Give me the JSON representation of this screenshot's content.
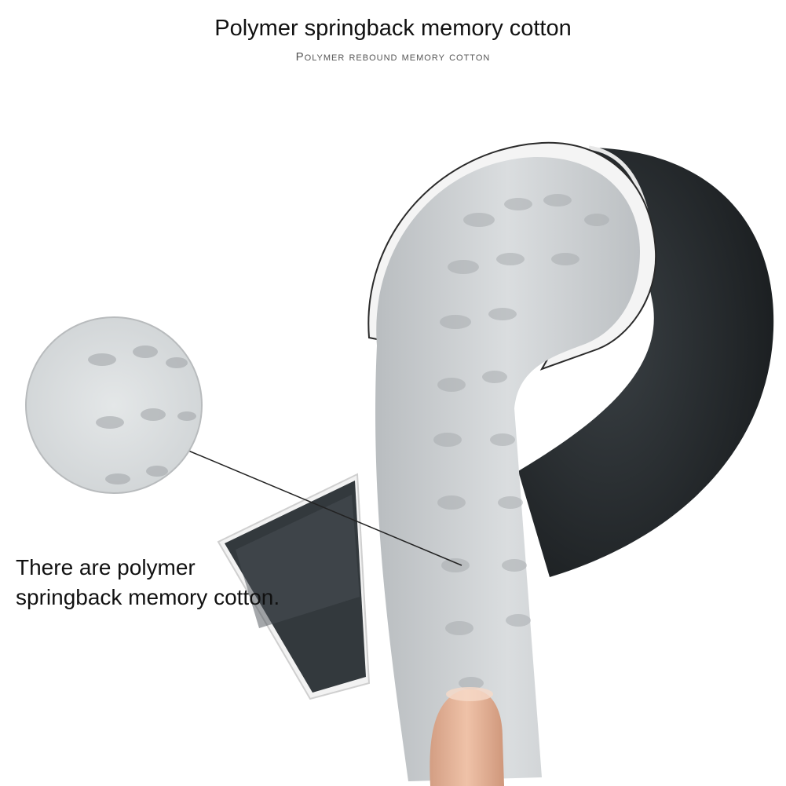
{
  "header": {
    "title": "Polymer springback memory cotton",
    "subtitle": "Polymer rebound memory cotton"
  },
  "callout": {
    "line1": "There are polymer",
    "line2": "springback memory cotton."
  },
  "colors": {
    "pad_dark": "#1f2326",
    "foam": "#c9cdd0",
    "foam_light": "#dde0e2",
    "skin": "#e7b79c"
  }
}
